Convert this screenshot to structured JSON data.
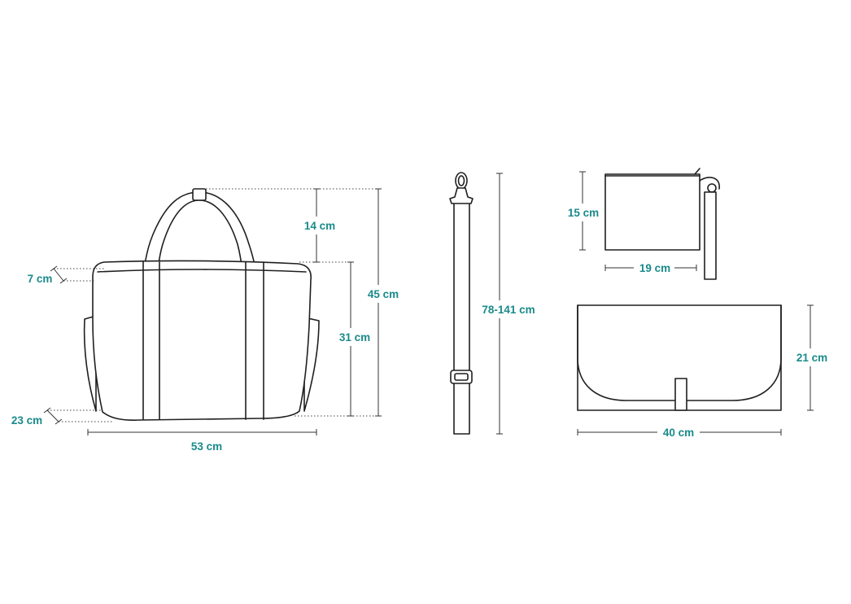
{
  "colors": {
    "label": "#1a8a8a",
    "outline": "#1f1f1f",
    "background": "#ffffff"
  },
  "labels": {
    "bag_strap_drop": "14 cm",
    "bag_total_height": "45 cm",
    "bag_body_height": "31 cm",
    "bag_top_depth": "7 cm",
    "bag_bottom_depth": "23 cm",
    "bag_width": "53 cm",
    "strap_length": "78-141 cm",
    "pouch_height": "15 cm",
    "pouch_width": "19 cm",
    "mat_height": "21 cm",
    "mat_width": "40 cm"
  }
}
